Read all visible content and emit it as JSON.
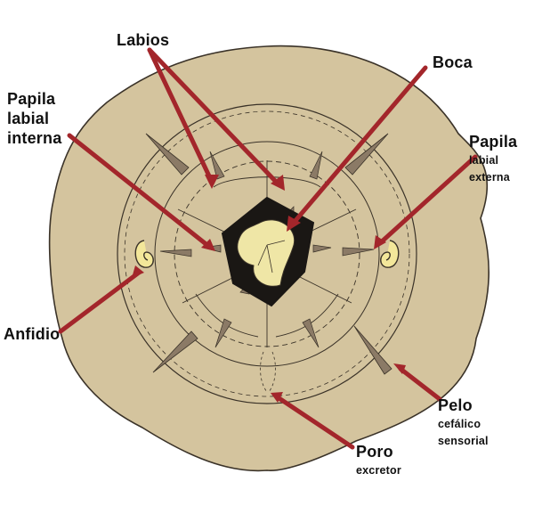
{
  "labels": {
    "labios": [
      "Labios"
    ],
    "boca": [
      "Boca"
    ],
    "papila_interna": [
      "Papila",
      "labial",
      "interna"
    ],
    "papila_externa": [
      "Papila",
      "labial",
      "externa"
    ],
    "anfidio": [
      "Anfidio"
    ],
    "pelo": [
      "Pelo",
      "cefálico",
      "sensorial"
    ],
    "poro": [
      "Poro",
      "excretor"
    ]
  },
  "colors": {
    "body_fill": "#d4c49e",
    "outline": "#3a3228",
    "pointer": "#a3262b",
    "mouth_dark": "#1a1714",
    "mouth_pale": "#efe6a6",
    "papilla": "#8b7a66",
    "amphid_fill": "#f3e79a"
  }
}
